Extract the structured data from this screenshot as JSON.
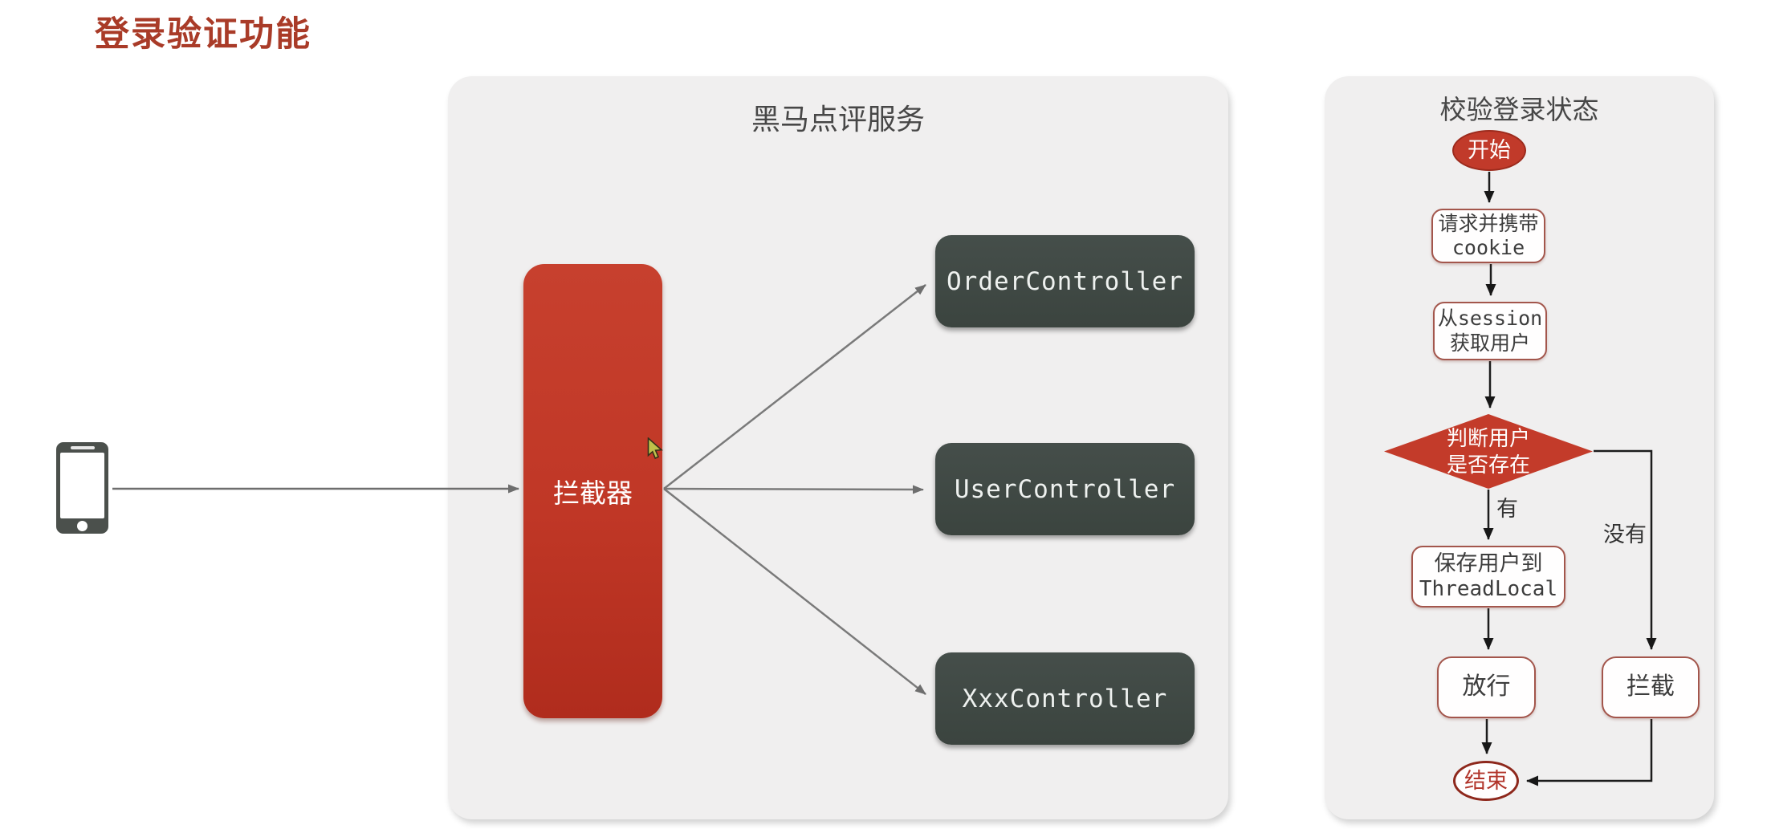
{
  "page_title": "登录验证功能",
  "colors": {
    "accent_red": "#c13a2a",
    "title_red": "#a93b28",
    "dark_node": "#3e4743",
    "panel_bg": "#f0efef",
    "white_node_border": "#a3564c",
    "end_border": "#8e281c",
    "gray_arrow": "#717171",
    "black_arrow": "#1c1c1c"
  },
  "icons": {
    "client": "smartphone-icon",
    "pointer": "mouse-cursor-icon"
  },
  "service_panel": {
    "title": "黑马点评服务",
    "interceptor_label": "拦截器",
    "controllers": [
      "OrderController",
      "UserController",
      "XxxController"
    ]
  },
  "flow_panel": {
    "title": "校验登录状态",
    "nodes": {
      "start": "开始",
      "request_line1": "请求并携带",
      "request_line2": "cookie",
      "session_line1": "从session",
      "session_line2": "获取用户",
      "decision_line1": "判断用户",
      "decision_line2": "是否存在",
      "save_line1": "保存用户到",
      "save_line2": "ThreadLocal",
      "pass": "放行",
      "intercept": "拦截",
      "end": "结束"
    },
    "edge_labels": {
      "yes": "有",
      "no": "没有"
    }
  }
}
